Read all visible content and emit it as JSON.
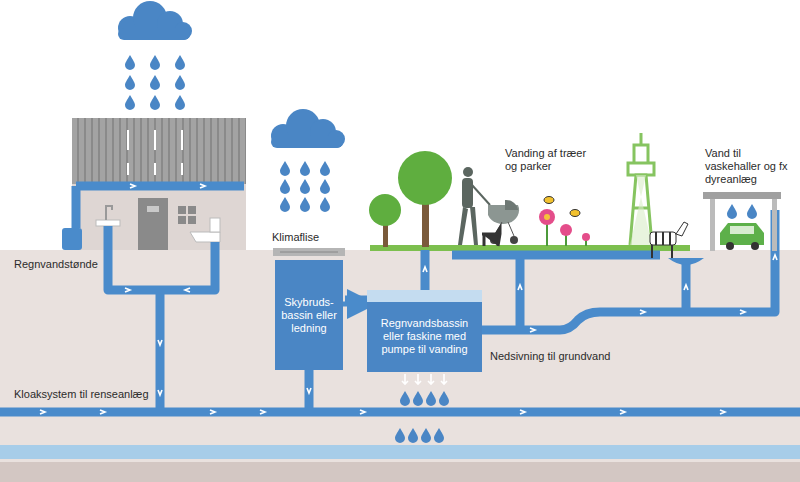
{
  "diagram": {
    "nodes": [
      {
        "text": [
          "Skybruds- bassin eller ledning"
        ]
      },
      {
        "text": [
          "Regnvandsbassin eller faskine med pumpe til vanding"
        ]
      }
    ],
    "edges": [
      {
        "from": 0,
        "to": 1,
        "arrow": "to"
      }
    ],
    "labels": [
      "Regnvandstønde",
      "Klimaflise",
      "Vanding af træer og parker",
      "Vand til vaskehaller og fx dyreanlæg",
      "Kloaksystem til renseanlæg",
      "Nedsivning til grundvand"
    ]
  }
}
